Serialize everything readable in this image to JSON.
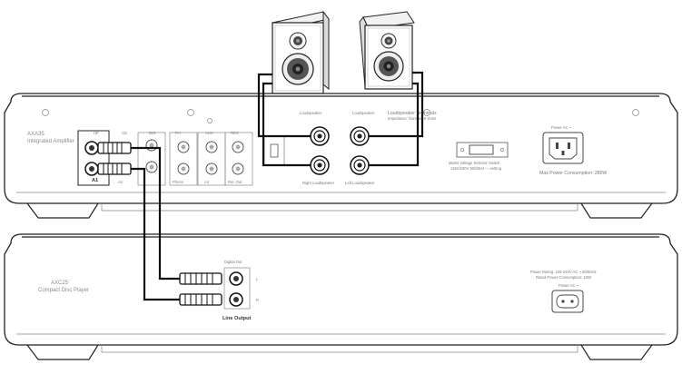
{
  "amplifier": {
    "model": "AXA35",
    "name": "Integrated Amplifier",
    "top_labels": [
      "HP",
      "CD",
      "DIG",
      "PH",
      "AUX",
      "REC"
    ],
    "input_labels": [
      "A1",
      "A2",
      "Phono",
      "A4",
      "Rec Out"
    ],
    "speaker_terminals_title": "Loudspeaker Terminals",
    "speaker_terminals_sub": "Impedance: Nominal 8 ohms",
    "speaker_labels": [
      "Right Loudspeaker",
      "Left Loudspeaker"
    ],
    "voltage_text": "Mains Voltage Selector Switch",
    "voltage_sub": "115V/230V 50/60Hz — setting",
    "power_label": "Power AC ~",
    "max_power": "Max Power Consumption: 280W"
  },
  "cd_player": {
    "model": "AXC25",
    "name": "Compact Disc Player",
    "output_top": "Digital Out",
    "output_label": "Line Output",
    "channel_labels": [
      "L",
      "R"
    ],
    "power_rating": "Power Rating: 100-240V AC ~ 50/60Hz",
    "standby": "Rated Power Consumption: 10W",
    "power_label": "Power AC ~"
  }
}
